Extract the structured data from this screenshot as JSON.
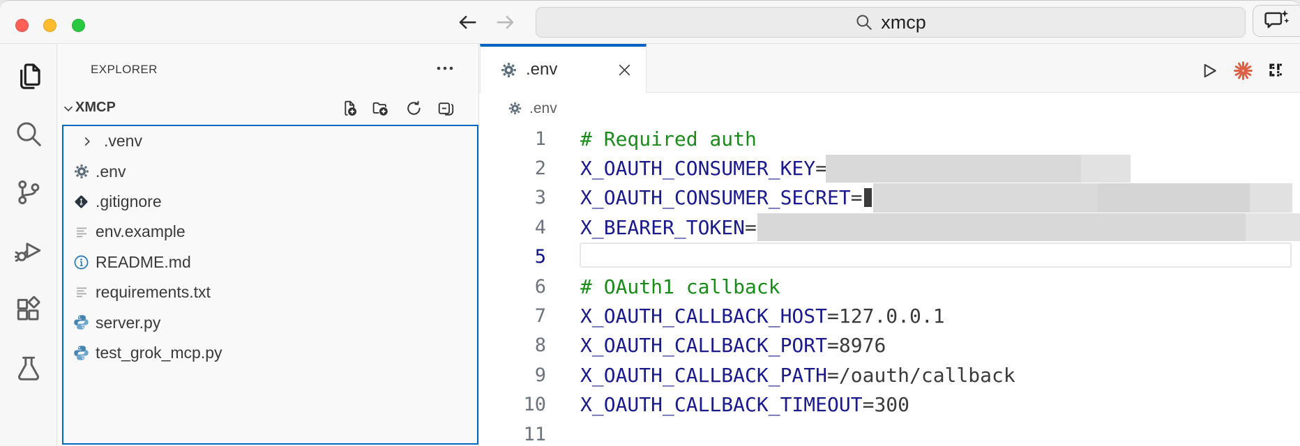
{
  "titlebar": {
    "search_value": "xmcp"
  },
  "activity_bar": {
    "items": [
      {
        "id": "explorer",
        "label": "Explorer",
        "active": true
      },
      {
        "id": "search",
        "label": "Search",
        "active": false
      },
      {
        "id": "source-control",
        "label": "Source Control",
        "active": false
      },
      {
        "id": "run-debug",
        "label": "Run and Debug",
        "active": false
      },
      {
        "id": "extensions",
        "label": "Extensions",
        "active": false
      },
      {
        "id": "testing",
        "label": "Testing",
        "active": false
      }
    ]
  },
  "sidebar": {
    "title": "EXPLORER",
    "section": {
      "label": "XMCP"
    },
    "section_actions": [
      "new-file",
      "new-folder",
      "refresh",
      "collapse-all"
    ],
    "files": [
      {
        "name": ".venv",
        "kind": "folder",
        "icon": "chevron-right"
      },
      {
        "name": ".env",
        "kind": "file",
        "icon": "gear"
      },
      {
        "name": ".gitignore",
        "kind": "file",
        "icon": "git-diamond"
      },
      {
        "name": "env.example",
        "kind": "file",
        "icon": "text-lines"
      },
      {
        "name": "README.md",
        "kind": "file",
        "icon": "info"
      },
      {
        "name": "requirements.txt",
        "kind": "file",
        "icon": "text-lines"
      },
      {
        "name": "server.py",
        "kind": "file",
        "icon": "python"
      },
      {
        "name": "test_grok_mcp.py",
        "kind": "file",
        "icon": "python"
      }
    ]
  },
  "editor": {
    "tab": {
      "label": ".env",
      "icon": "gear"
    },
    "breadcrumb": {
      "label": ".env",
      "icon": "gear"
    },
    "actions": [
      "run",
      "spark",
      "pixel-glyph"
    ],
    "lines": [
      {
        "num": "1",
        "comment": "# Required auth"
      },
      {
        "num": "2",
        "key": "X_OAUTH_CONSUMER_KEY",
        "eq": "=",
        "redacted": true
      },
      {
        "num": "3",
        "key": "X_OAUTH_CONSUMER_SECRET",
        "eq": "=",
        "redacted": true
      },
      {
        "num": "4",
        "key": "X_BEARER_TOKEN",
        "eq": "=",
        "redacted": true
      },
      {
        "num": "5",
        "current": true
      },
      {
        "num": "6",
        "comment": "# OAuth1 callback"
      },
      {
        "num": "7",
        "key": "X_OAUTH_CALLBACK_HOST",
        "eq": "=",
        "value": "127.0.0.1"
      },
      {
        "num": "8",
        "key": "X_OAUTH_CALLBACK_PORT",
        "eq": "=",
        "value": "8976"
      },
      {
        "num": "9",
        "key": "X_OAUTH_CALLBACK_PATH",
        "eq": "=",
        "value": "/oauth/callback"
      },
      {
        "num": "10",
        "key": "X_OAUTH_CALLBACK_TIMEOUT",
        "eq": "=",
        "value": "300"
      },
      {
        "num": "11"
      }
    ]
  },
  "colors": {
    "focus_accent": "#0067c0",
    "tab_accent": "#0062c3",
    "env_key": "#1a1a8c",
    "env_value": "#3a3a3a",
    "comment": "#1a8a1a",
    "redaction": "#d9d9d9",
    "spark_icon": "#dd5f45"
  }
}
